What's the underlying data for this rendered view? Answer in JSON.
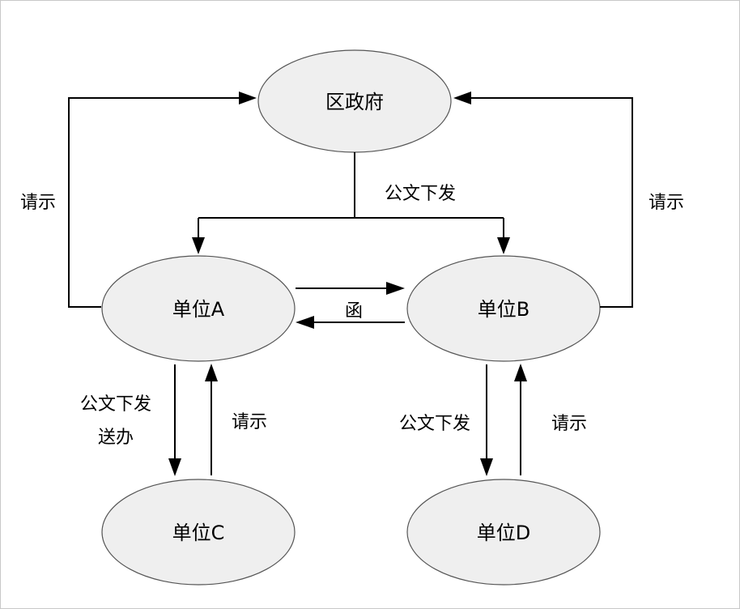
{
  "nodes": {
    "district_gov": "区政府",
    "unit_a": "单位A",
    "unit_b": "单位B",
    "unit_c": "单位C",
    "unit_d": "单位D"
  },
  "edges": {
    "gov_to_ab": "公文下发",
    "a_to_gov": "请示",
    "b_to_gov": "请示",
    "a_b_letter": "函",
    "a_to_c_line1": "公文下发",
    "a_to_c_line2": "送办",
    "c_to_a": "请示",
    "b_to_d": "公文下发",
    "d_to_b": "请示"
  },
  "colors": {
    "node_fill": "#efefef",
    "node_stroke": "#555555",
    "edge": "#000000"
  }
}
